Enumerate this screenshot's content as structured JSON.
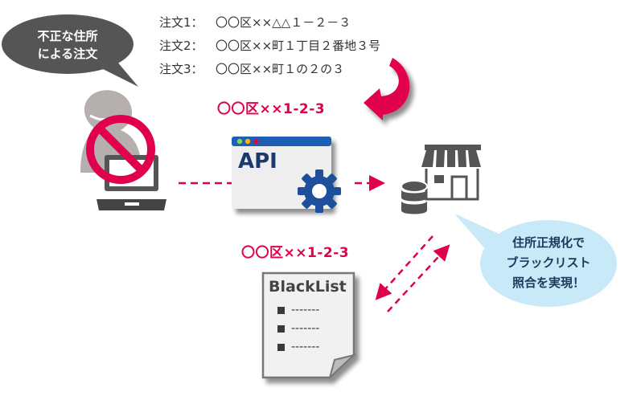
{
  "orders": [
    {
      "label": "注文1：",
      "address": "〇〇区××△△１－２－３"
    },
    {
      "label": "注文2：",
      "address": "〇〇区××町１丁目２番地３号"
    },
    {
      "label": "注文3：",
      "address": "〇〇区××町１の２の３"
    }
  ],
  "fraud_bubble": {
    "line1": "不正な住所",
    "line2": "による注文"
  },
  "normalized_address_top": "〇〇区××1-2-3",
  "normalized_address_bottom": "〇〇区××1-2-3",
  "api": {
    "label": "API"
  },
  "blacklist": {
    "title": "BlackList",
    "items": [
      "-------",
      "-------",
      "-------"
    ]
  },
  "result_bubble": {
    "line1": "住所正規化で",
    "line2": "ブラックリスト",
    "line3": "照合を実現！"
  },
  "colors": {
    "accent": "#e0004d",
    "dark_gray": "#555555",
    "api_blue": "#1e4f9c",
    "bubble_blue": "#c8e9f8"
  }
}
